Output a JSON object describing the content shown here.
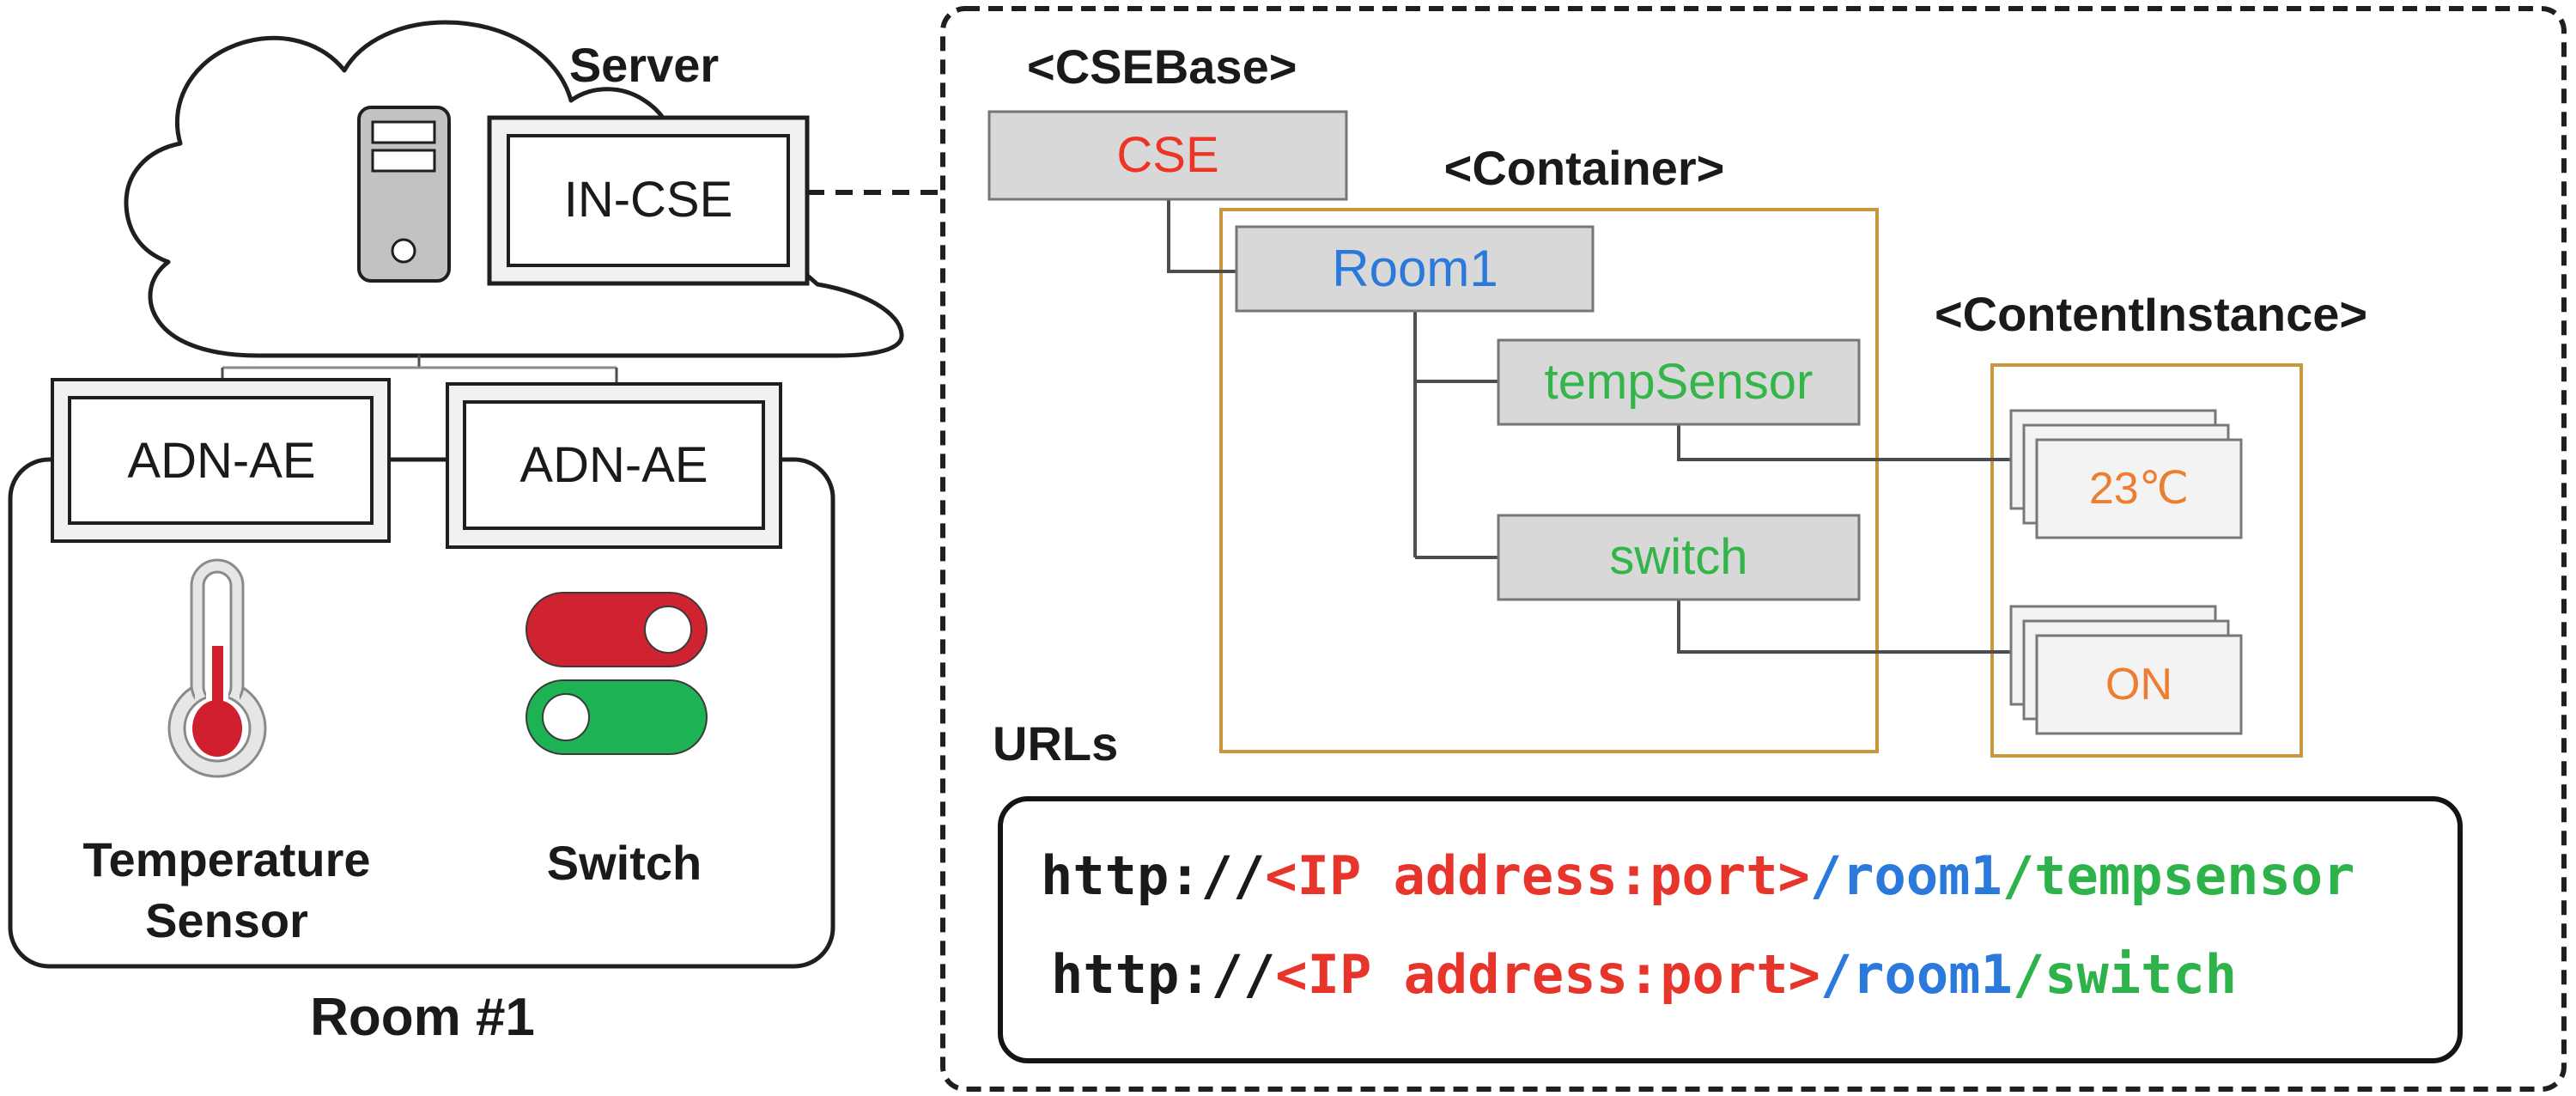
{
  "left_panel": {
    "server_label": "Server",
    "in_cse_label": "IN-CSE",
    "adn_ae_left_label": "ADN-AE",
    "adn_ae_right_label": "ADN-AE",
    "temperature_sensor_label_line1": "Temperature",
    "temperature_sensor_label_line2": "Sensor",
    "switch_label": "Switch",
    "room_label": "Room #1"
  },
  "tree_panel": {
    "csebase_tag": "<CSEBase>",
    "container_tag": "<Container>",
    "contentinstance_tag": "<ContentInstance>",
    "cse_node": "CSE",
    "room1_node": "Room1",
    "tempsensor_node": "tempSensor",
    "switch_node": "switch",
    "temp_value": "23℃",
    "switch_value": "ON"
  },
  "urls_panel": {
    "title": "URLs",
    "urls": [
      {
        "scheme": "http://",
        "host": "<IP address:port>",
        "room": "/room1",
        "resource": "/tempsensor"
      },
      {
        "scheme": "http://",
        "host": "<IP address:port>",
        "room": "/room1",
        "resource": "/switch"
      }
    ]
  },
  "colors": {
    "tree_border_orange": "#c9983d",
    "node_fill_gray": "#d8d8d8",
    "cse_red": "#ee3425",
    "room1_blue": "#2a79db",
    "resource_green": "#33b54a",
    "value_orange": "#ed7d31",
    "toggle_red": "#d02330",
    "toggle_green": "#1db254",
    "mercury_red": "#cf1f2e",
    "url_scheme_black": "#1a1a1a",
    "url_host_red": "#e8352c",
    "url_room_blue": "#2a79db",
    "url_resource_green": "#2db34a"
  }
}
